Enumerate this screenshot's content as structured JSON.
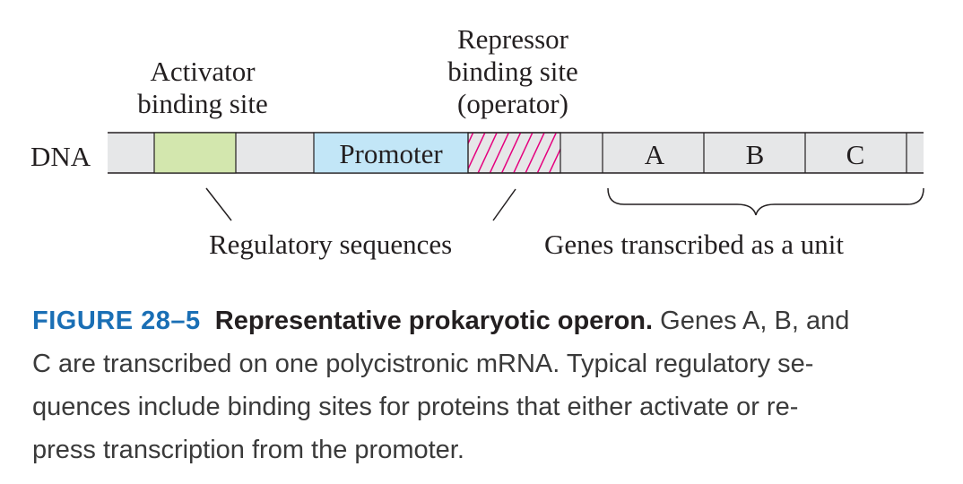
{
  "labels": {
    "activator": [
      "Activator",
      "binding site"
    ],
    "repressor": [
      "Repressor",
      "binding site",
      "(operator)"
    ],
    "dna": "DNA",
    "regulatory": "Regulatory sequences",
    "genes_unit": "Genes transcribed as a unit"
  },
  "segments": {
    "promoter": "Promoter",
    "gene_a": "A",
    "gene_b": "B",
    "gene_c": "C"
  },
  "colors": {
    "dna_bar": "#e6e7e8",
    "activator_site": "#d3e7ae",
    "promoter": "#c2e6f7",
    "operator_hatch": "#e5007e",
    "figure_number": "#1a6fb5"
  },
  "caption": {
    "figure_number": "FIGURE 28–5",
    "title": "Representative prokaryotic operon.",
    "line1_rest": "Genes A, B, and",
    "line2": "C are transcribed on one polycistronic mRNA. Typical regulatory se-",
    "line3": "quences include binding sites for proteins that either activate or re-",
    "line4": "press transcription from the promoter."
  }
}
